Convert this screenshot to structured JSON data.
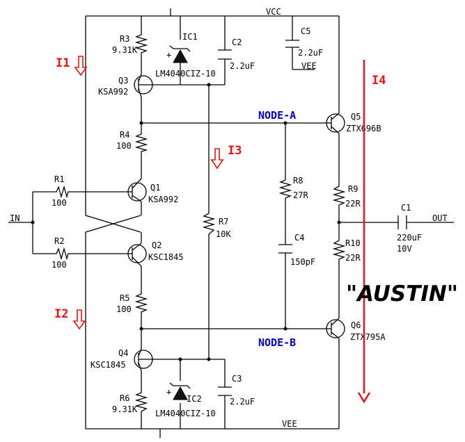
{
  "rails": {
    "vcc": "VCC",
    "vee_top": "VEE",
    "vee_bottom": "VEE"
  },
  "io": {
    "in": "IN",
    "out": "OUT"
  },
  "nodes": {
    "a": "NODE-A",
    "b": "NODE-B"
  },
  "currents": {
    "i1": "I1",
    "i2": "I2",
    "i3": "I3",
    "i4": "I4"
  },
  "title": "\"AUSTIN\"",
  "resistors": {
    "r1": {
      "name": "R1",
      "value": "100"
    },
    "r2": {
      "name": "R2",
      "value": "100"
    },
    "r3": {
      "name": "R3",
      "value": "9.31K"
    },
    "r4": {
      "name": "R4",
      "value": "100"
    },
    "r5": {
      "name": "R5",
      "value": "100"
    },
    "r6": {
      "name": "R6",
      "value": "9.31K"
    },
    "r7": {
      "name": "R7",
      "value": "10K"
    },
    "r8": {
      "name": "R8",
      "value": "27R"
    },
    "r9": {
      "name": "R9",
      "value": "22R"
    },
    "r10": {
      "name": "R10",
      "value": "22R"
    }
  },
  "capacitors": {
    "c1": {
      "name": "C1",
      "value": "220uF",
      "voltage": "10V"
    },
    "c2": {
      "name": "C2",
      "value": "2.2uF"
    },
    "c3": {
      "name": "C3",
      "value": "2.2uF"
    },
    "c4": {
      "name": "C4",
      "value": "150pF"
    },
    "c5": {
      "name": "C5",
      "value": "2.2uF"
    }
  },
  "transistors": {
    "q1": {
      "name": "Q1",
      "part": "KSA992"
    },
    "q2": {
      "name": "Q2",
      "part": "KSC1845"
    },
    "q3": {
      "name": "Q3",
      "part": "KSA992"
    },
    "q4": {
      "name": "Q4",
      "part": "KSC1845"
    },
    "q5": {
      "name": "Q5",
      "part": "ZTX696B"
    },
    "q6": {
      "name": "Q6",
      "part": "ZTX795A"
    }
  },
  "references": {
    "ic1": {
      "name": "IC1",
      "part": "LM4040CIZ-10"
    },
    "ic2": {
      "name": "IC2",
      "part": "LM4040CIZ-10"
    }
  },
  "colors": {
    "wire": "#000000",
    "node_label": "#0000cc",
    "current_arrow": "#ee1111"
  }
}
